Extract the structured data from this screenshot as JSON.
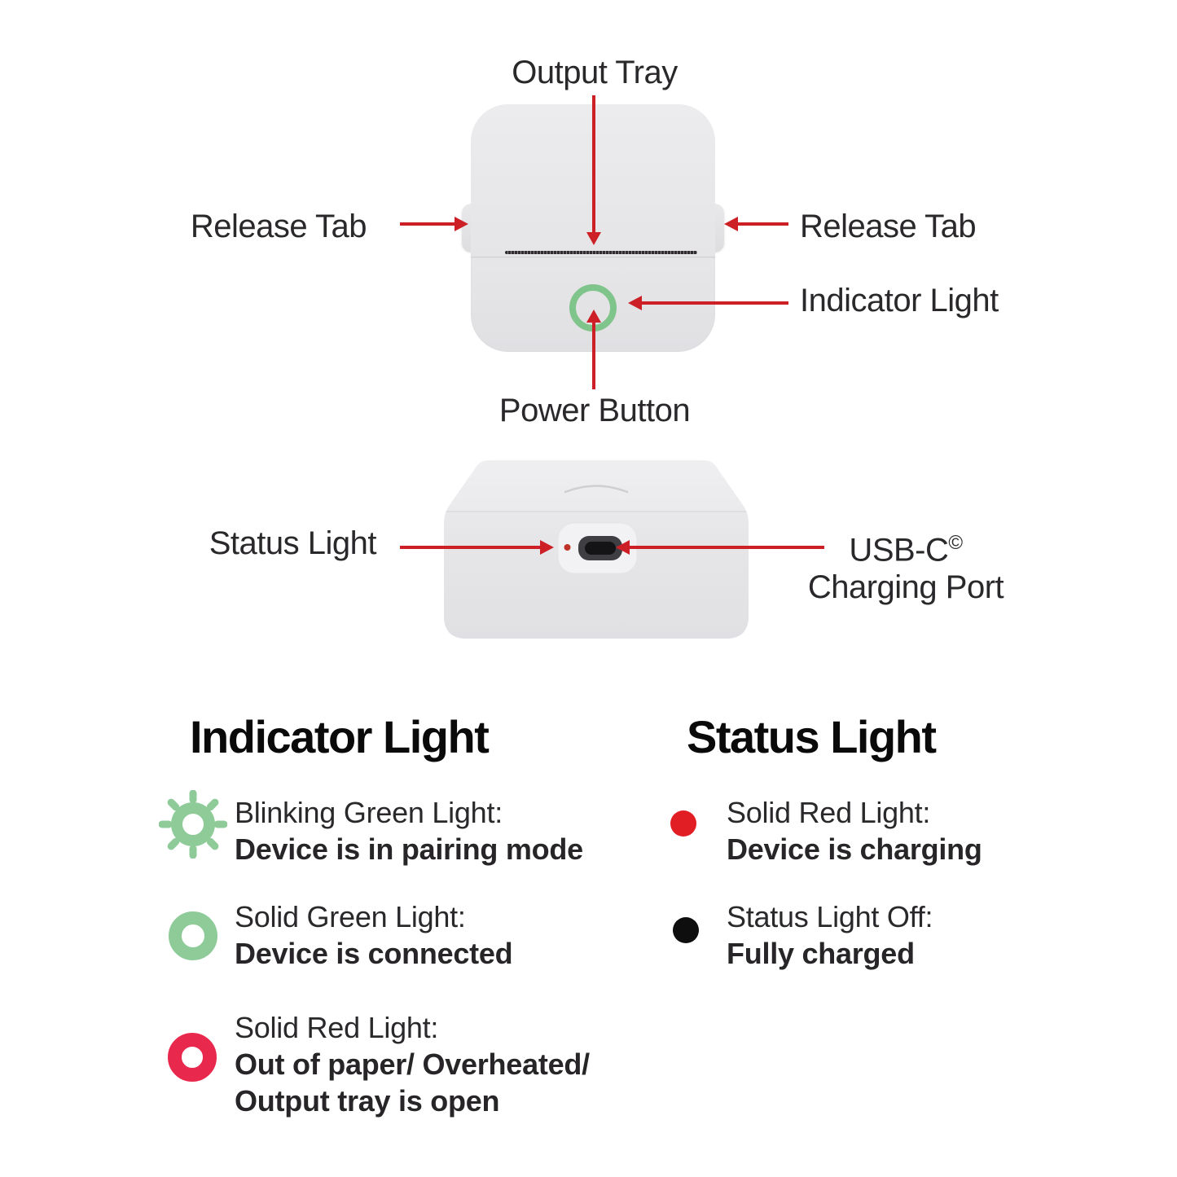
{
  "diagram": {
    "front_view": {
      "output_tray_label": "Output Tray",
      "release_tab_left_label": "Release Tab",
      "release_tab_right_label": "Release Tab",
      "indicator_light_label": "Indicator Light",
      "power_button_label": "Power Button"
    },
    "back_view": {
      "status_light_label": "Status Light",
      "usb_c_label": "USB-C",
      "usb_c_superscript": "©",
      "charging_port_label": "Charging Port"
    }
  },
  "legend": {
    "indicator_light": {
      "title": "Indicator Light",
      "items": [
        {
          "icon": "blinking-green-light-icon",
          "color": "#8ecb98",
          "label": "Blinking Green Light:",
          "desc": "Device is in pairing mode"
        },
        {
          "icon": "solid-green-ring-icon",
          "color": "#8ecb98",
          "label": "Solid Green Light:",
          "desc": "Device is connected"
        },
        {
          "icon": "solid-red-ring-icon",
          "color": "#e9284e",
          "label": "Solid Red Light:",
          "desc": "Out of paper/ Overheated/",
          "desc2": "Output tray is open"
        }
      ]
    },
    "status_light": {
      "title": "Status Light",
      "items": [
        {
          "icon": "solid-red-dot-icon",
          "color": "#e21e25",
          "label": "Solid Red Light:",
          "desc": "Device is charging"
        },
        {
          "icon": "status-light-off-black-dot-icon",
          "color": "#0e0e0e",
          "label": "Status Light Off:",
          "desc": "Fully charged"
        }
      ]
    }
  },
  "colors": {
    "arrow_red": "#cd2026",
    "power_ring_green": "#7fc48a",
    "device_body_gray": "#e6e6e8",
    "text_dark": "#2a282b"
  }
}
